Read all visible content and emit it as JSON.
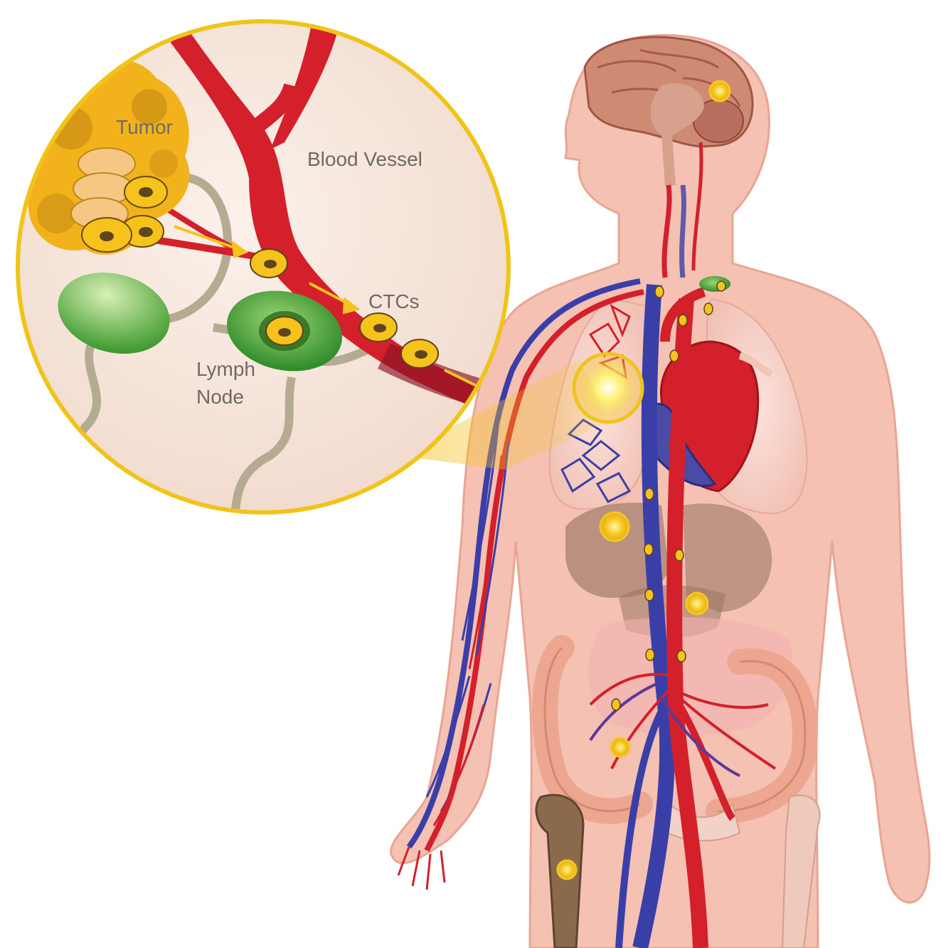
{
  "labels": {
    "tumor": "Tumor",
    "blood_vessel": "Blood Vessel",
    "ctcs": "CTCs",
    "lymph_node_line1": "Lymph",
    "lymph_node_line2": "Node"
  },
  "colors": {
    "skin": "#f4c1b3",
    "skin_edge": "#e9a593",
    "artery": "#d3202a",
    "vein": "#3a3fa8",
    "tumor": "#f2b21b",
    "ctc": "#f6c21c",
    "lymph": "#56a93a",
    "lymph_vessel": "#b5ab93",
    "callout_ring": "#f0c419",
    "callout_bg": "#f7e6da"
  }
}
